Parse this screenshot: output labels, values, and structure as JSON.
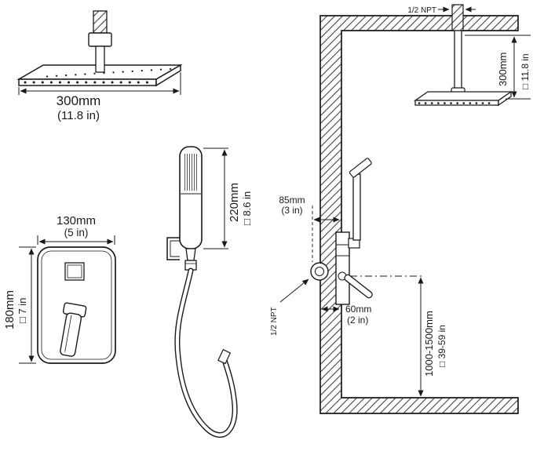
{
  "diagram": {
    "kind": "shower-system-installation-diagram",
    "line_color": "#1a1a1a",
    "background": "#ffffff"
  },
  "head_top_left": {
    "width_mm": "300mm",
    "width_in": "(11.8 in)"
  },
  "control_plate": {
    "width_mm": "130mm",
    "width_in": "(5 in)",
    "height_mm": "180mm",
    "height_in": "□ 7 in"
  },
  "hand_shower": {
    "length_mm": "220mm",
    "length_in": "□ 8.6 in"
  },
  "wall_view": {
    "npt_top": "1/2 NPT",
    "drop_mm": "300mm",
    "drop_in": "□ 11.8 in",
    "depth_mm": "85mm",
    "depth_in": "(3 in)",
    "npt_valve": "1/2 NPT",
    "offset_mm": "60mm",
    "offset_in": "(2 in)",
    "height_range_mm": "1000-1500mm",
    "height_range_in": "□ 39-59 in"
  }
}
